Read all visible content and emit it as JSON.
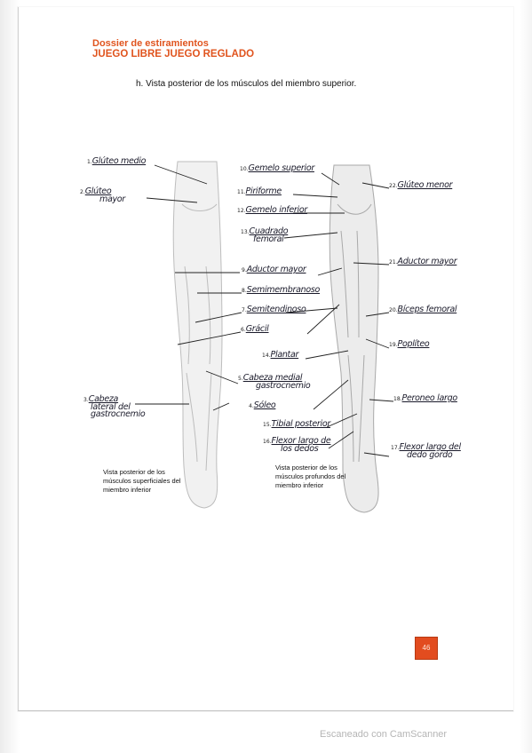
{
  "header": {
    "line1": "Dossier de estiramientos",
    "line2": "JUEGO LIBRE JUEGO REGLADO"
  },
  "section_title": "h.  Vista posterior de los músculos del miembro superior.",
  "labels": [
    {
      "num": "1.",
      "text": "Glúteo medio"
    },
    {
      "num": "2.",
      "text": "Glúteo",
      "text2": "mayor"
    },
    {
      "num": "3.",
      "text": "Cabeza",
      "text2": "lateral del",
      "text3": "gastrocnemio"
    },
    {
      "num": "4.",
      "text": "Sóleo"
    },
    {
      "num": "5.",
      "text": "Cabeza medial",
      "text2": "gastrocnemio"
    },
    {
      "num": "6.",
      "text": "Grácil"
    },
    {
      "num": "7.",
      "text": "Semitendinoso"
    },
    {
      "num": "8.",
      "text": "Semimembranoso"
    },
    {
      "num": "9.",
      "text": "Aductor mayor"
    },
    {
      "num": "10.",
      "text": "Gemelo superior"
    },
    {
      "num": "11.",
      "text": "Piriforme"
    },
    {
      "num": "12.",
      "text": "Gemelo inferior"
    },
    {
      "num": "13.",
      "text": "Cuadrado",
      "text2": "femoral"
    },
    {
      "num": "14.",
      "text": "Plantar"
    },
    {
      "num": "15.",
      "text": "Tibial posterior"
    },
    {
      "num": "16.",
      "text": "Flexor largo de",
      "text2": "los dedos"
    },
    {
      "num": "17.",
      "text": "Flexor largo del",
      "text2": "dedo gordo"
    },
    {
      "num": "18.",
      "text": "Peroneo largo"
    },
    {
      "num": "19.",
      "text": "Poplíteo"
    },
    {
      "num": "20.",
      "text": "Bíceps femoral"
    },
    {
      "num": "21.",
      "text": "Aductor mayor"
    },
    {
      "num": "22.",
      "text": "Glúteo menor"
    }
  ],
  "captions": {
    "left": "Vista posterior de los músculos superficiales del miembro inferior",
    "right": "Vista posterior de los músculos profundos del miembro inferior"
  },
  "page_number": "46",
  "watermark": "Escaneado con CamScanner",
  "colors": {
    "header": "#e0541e",
    "page_badge": "#e24c1f"
  }
}
